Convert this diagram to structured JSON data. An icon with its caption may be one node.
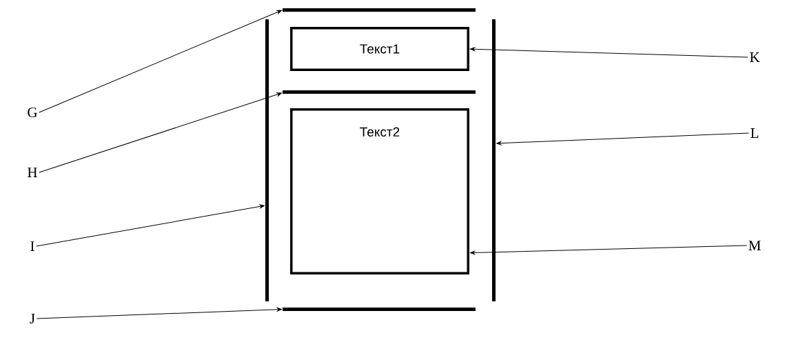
{
  "diagram": {
    "nodes": [
      {
        "text": [],
        "shape": "bar"
      },
      {
        "text": [],
        "shape": "bar"
      },
      {
        "text": [
          "Текст1"
        ]
      },
      {
        "text": [],
        "shape": "bar"
      },
      {
        "text": [],
        "shape": "bar"
      },
      {
        "text": [
          "Текст2"
        ]
      },
      {
        "text": [],
        "shape": "bar"
      },
      {
        "text": [
          "G"
        ]
      },
      {
        "text": [
          "H"
        ]
      },
      {
        "text": [
          "I"
        ]
      },
      {
        "text": [
          "J"
        ]
      },
      {
        "text": [
          "K"
        ]
      },
      {
        "text": [
          "L"
        ]
      },
      {
        "text": [
          "M"
        ]
      }
    ],
    "edges": [
      {
        "from": 7,
        "to": 0,
        "arrow": "to"
      },
      {
        "from": 8,
        "to": 4,
        "arrow": "to"
      },
      {
        "from": 9,
        "to": 1,
        "arrow": "to"
      },
      {
        "from": 10,
        "to": 6,
        "arrow": "to"
      },
      {
        "from": 11,
        "to": 2,
        "arrow": "to"
      },
      {
        "from": 12,
        "to": 3,
        "arrow": "to"
      },
      {
        "from": 13,
        "to": 5,
        "arrow": "to"
      }
    ]
  }
}
